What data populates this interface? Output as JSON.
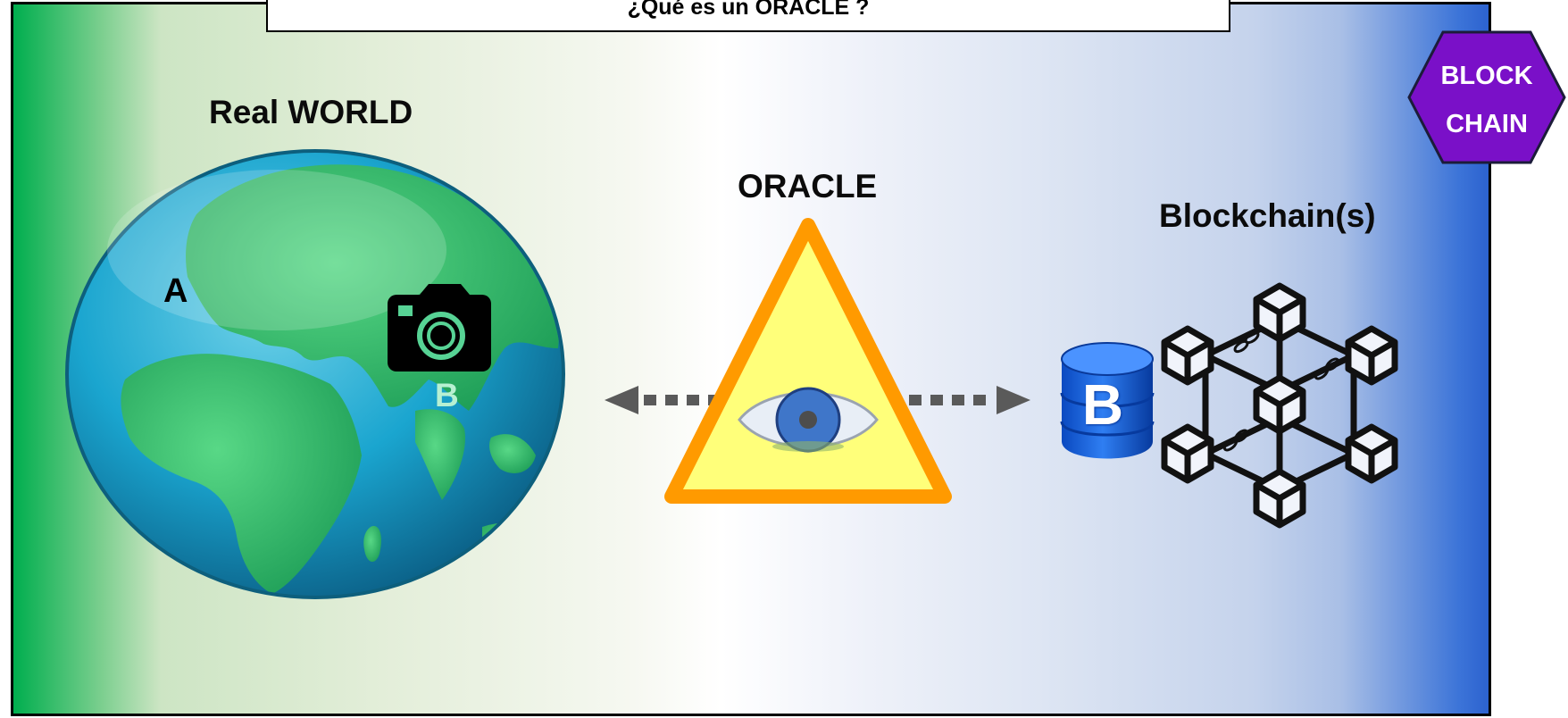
{
  "title": "¿Qué es un ORACLE ?",
  "badge": {
    "line1": "BLOCK",
    "line2": "CHAIN",
    "color": "#7a10c8"
  },
  "labels": {
    "real_world": "Real WORLD",
    "oracle": "ORACLE",
    "blockchains": "Blockchain(s)"
  },
  "globe": {
    "marker_a": "A",
    "marker_b": "B",
    "icon": "camera-icon"
  },
  "database": {
    "letter": "B",
    "icon": "database-icon"
  },
  "colors": {
    "left_gradient": "#00ae4e",
    "right_gradient": "#2c62cf",
    "triangle_fill": "#ffff7a",
    "triangle_border": "#ff9a00",
    "arrows": "#5a5a5a"
  }
}
